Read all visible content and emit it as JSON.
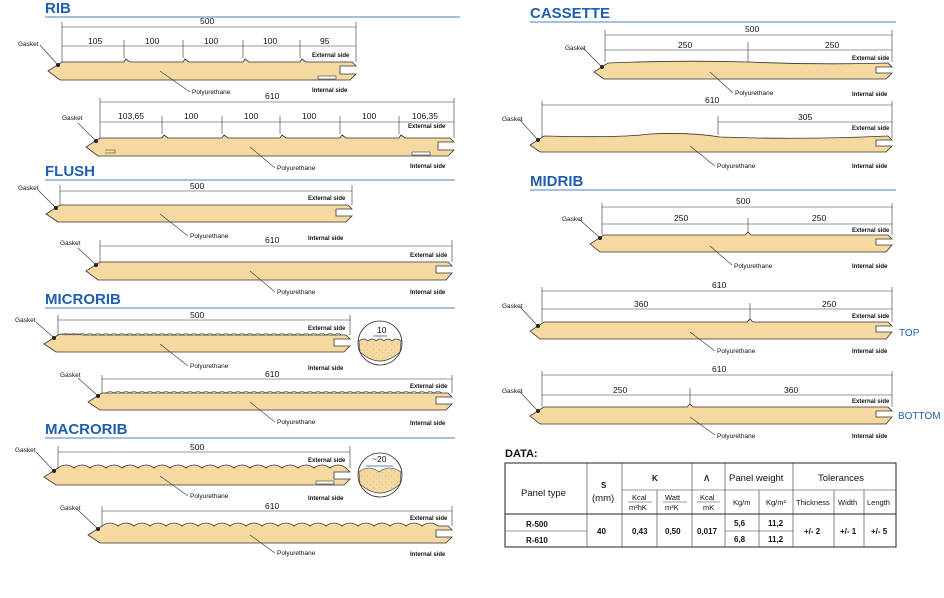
{
  "sections": {
    "rib": "RIB",
    "flush": "FLUSH",
    "microrib": "MICRORIB",
    "macrorib": "MACRORIB",
    "cassette": "CASSETTE",
    "midrib": "MIDRIB"
  },
  "labels": {
    "gasket": "Gasket",
    "polyurethane": "Polyurethane",
    "external_side": "External side",
    "internal_side": "Internal side",
    "top": "TOP",
    "bottom": "BOTTOM"
  },
  "dims": {
    "w500": "500",
    "w610": "610",
    "rib500": [
      "105",
      "100",
      "100",
      "100",
      "95"
    ],
    "rib610": [
      "103,65",
      "100",
      "100",
      "100",
      "100",
      "106,35"
    ],
    "microrib_detail": "10",
    "macrorib_detail": "~20",
    "cassette500": [
      "250",
      "250"
    ],
    "cassette610": "305",
    "midrib500": [
      "250",
      "250"
    ],
    "midrib610_top": [
      "360",
      "250"
    ],
    "midrib610_bottom": [
      "250",
      "360"
    ]
  },
  "data_table": {
    "title": "DATA:",
    "headers": {
      "panel_type": "Panel type",
      "s": "S",
      "s_unit": "(mm)",
      "k": "K",
      "lambda": "Λ",
      "panel_weight": "Panel weight",
      "tolerances": "Tolerances"
    },
    "subheaders": {
      "k_kcal": "Kcal",
      "k_kcal_unit": "m²hK",
      "k_watt": "Watt",
      "k_watt_unit": "m²K",
      "lambda_kcal": "Kcal",
      "lambda_unit": "mK",
      "kg_m": "Kg/m",
      "kg_m2": "Kg/m²",
      "thickness": "Thickness",
      "width": "Width",
      "length": "Length"
    },
    "rows": {
      "types": [
        "R-500",
        "R-610"
      ],
      "s": "40",
      "k_kcal": "0,43",
      "k_watt": "0,50",
      "lambda": "0,017",
      "kg_m": [
        "5,6",
        "6,8"
      ],
      "kg_m2": [
        "11,2",
        "11,2"
      ],
      "thickness": "+/- 2",
      "width": "+/- 1",
      "length": "+/- 5"
    }
  }
}
